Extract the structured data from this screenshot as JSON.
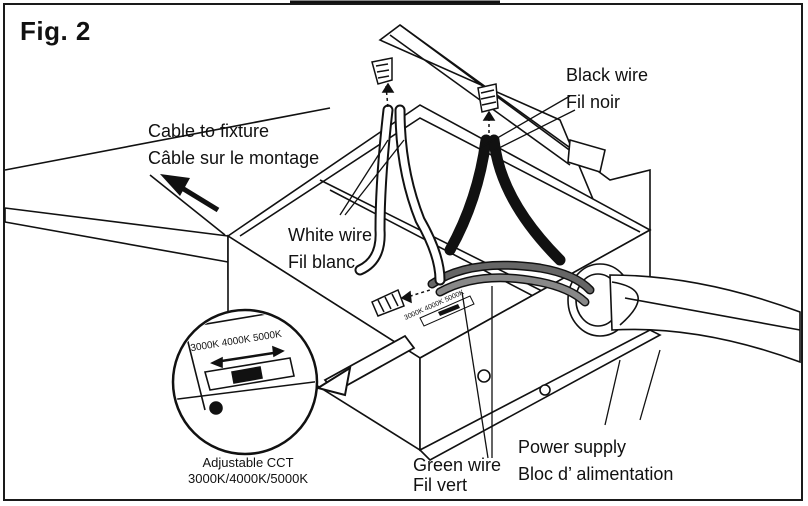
{
  "figure": {
    "title": "Fig. 2"
  },
  "labels": {
    "cable_to_fixture": {
      "en": "Cable to fixture",
      "fr": "Câble sur le montage"
    },
    "black_wire": {
      "en": "Black wire",
      "fr": "Fil noir"
    },
    "white_wire": {
      "en": "White wire",
      "fr": "Fil blanc"
    },
    "green_wire": {
      "en": "Green wire",
      "fr": "Fil vert"
    },
    "power_supply": {
      "en": "Power supply",
      "fr": "Bloc d’ alimentation"
    },
    "adjustable_cct": {
      "line1": "Adjustable CCT",
      "line2": "3000K/4000K/5000K"
    }
  },
  "switch": {
    "scale": "3000K 4000K 5000K",
    "scale_small": "3000K  4000K  5000K"
  },
  "colors": {
    "ink": "#111111",
    "black_wire": "#1a1a1a",
    "green_wire": "#555555",
    "box": "#ffffff"
  }
}
